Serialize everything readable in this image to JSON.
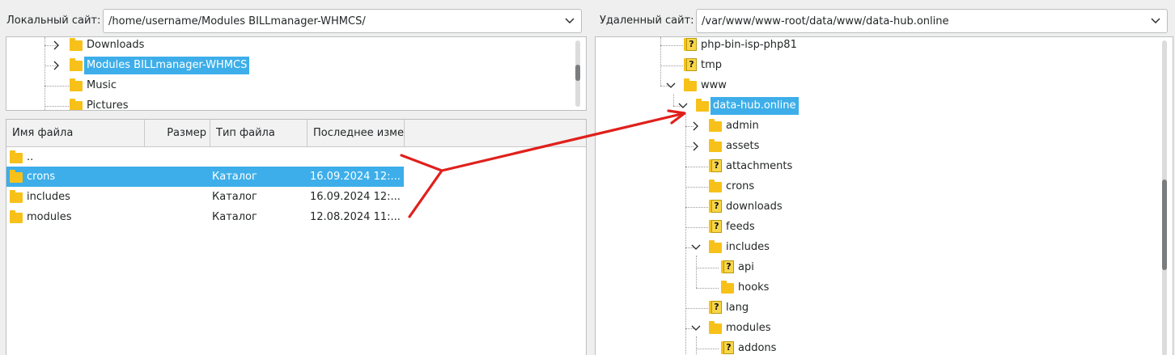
{
  "local": {
    "label": "Локальный сайт:",
    "path": "/home/username/Modules BILLmanager-WHMCS/",
    "tree": [
      {
        "name": "Downloads",
        "expandable": true,
        "selected": false
      },
      {
        "name": "Modules BILLmanager-WHMCS",
        "expandable": true,
        "selected": true
      },
      {
        "name": "Music",
        "expandable": false,
        "selected": false
      },
      {
        "name": "Pictures",
        "expandable": false,
        "selected": false
      }
    ],
    "columns": {
      "name": "Имя файла",
      "size": "Размер",
      "type": "Тип файла",
      "modified": "Последнее измен"
    },
    "files": [
      {
        "name": "..",
        "size": "",
        "type": "",
        "modified": "",
        "selected": false
      },
      {
        "name": "crons",
        "size": "",
        "type": "Каталог",
        "modified": "16.09.2024 12:...",
        "selected": true
      },
      {
        "name": "includes",
        "size": "",
        "type": "Каталог",
        "modified": "16.09.2024 12:...",
        "selected": false
      },
      {
        "name": "modules",
        "size": "",
        "type": "Каталог",
        "modified": "12.08.2024 11:...",
        "selected": false
      }
    ]
  },
  "remote": {
    "label": "Удаленный сайт:",
    "path": "/var/www/www-root/data/www/data-hub.online",
    "tree": [
      {
        "name": "php-bin-isp-php81",
        "unknown": true,
        "selected": false
      },
      {
        "name": "tmp",
        "unknown": true,
        "selected": false
      },
      {
        "name": "www",
        "unknown": false,
        "expanded": true,
        "selected": false
      },
      {
        "name": "data-hub.online",
        "unknown": false,
        "expanded": true,
        "selected": true
      },
      {
        "name": "admin",
        "unknown": false,
        "expandable": true,
        "selected": false
      },
      {
        "name": "assets",
        "unknown": false,
        "expandable": true,
        "selected": false
      },
      {
        "name": "attachments",
        "unknown": true,
        "selected": false
      },
      {
        "name": "crons",
        "unknown": false,
        "selected": false
      },
      {
        "name": "downloads",
        "unknown": true,
        "selected": false
      },
      {
        "name": "feeds",
        "unknown": true,
        "selected": false
      },
      {
        "name": "includes",
        "unknown": false,
        "expanded": true,
        "selected": false
      },
      {
        "name": "api",
        "unknown": true,
        "selected": false
      },
      {
        "name": "hooks",
        "unknown": false,
        "selected": false
      },
      {
        "name": "lang",
        "unknown": true,
        "selected": false
      },
      {
        "name": "modules",
        "unknown": false,
        "expanded": true,
        "selected": false
      },
      {
        "name": "addons",
        "unknown": true,
        "selected": false
      }
    ]
  },
  "annotation": {
    "arrow_color": "#e0201c"
  },
  "colors": {
    "selection": "#3daee9",
    "folder": "#f7c11a"
  }
}
